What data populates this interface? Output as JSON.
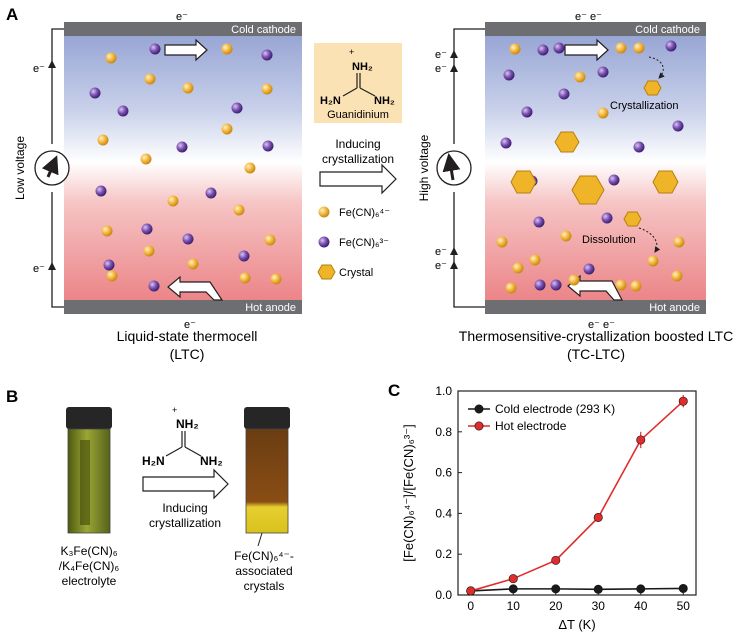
{
  "panelA": {
    "label": "A",
    "left_title": "Liquid-state thermocell",
    "left_abbr": "(LTC)",
    "right_title": "Thermosensitive-crystallization boosted LTC",
    "right_abbr": "(TC-LTC)",
    "cold_cathode": "Cold cathode",
    "hot_anode": "Hot anode",
    "electron": "e⁻",
    "electron_pair": "e⁻ e⁻",
    "low_voltage": "Low voltage",
    "high_voltage": "High voltage",
    "guanidinium_label": "Guanidinium",
    "nh2_top": "NH₂",
    "h2n": "H₂N",
    "nh2_right": "NH₂",
    "plus": "+",
    "inducing": "Inducing",
    "crystallization_word": "crystallization",
    "crystallization_event": "Crystallization",
    "dissolution_event": "Dissolution",
    "legend": [
      {
        "name": "ferrocyanide",
        "text": "Fe(CN)₆⁴⁻",
        "color": "#f4b63e"
      },
      {
        "name": "ferricyanide",
        "text": "Fe(CN)₆³⁻",
        "color": "#7b4fb0"
      },
      {
        "name": "crystal",
        "text": "Crystal",
        "color": "#f0b429"
      }
    ]
  },
  "panelB": {
    "label": "B",
    "plus": "+",
    "nh2_top": "NH₂",
    "h2n": "H₂N",
    "nh2_right": "NH₂",
    "inducing": "Inducing",
    "crystallization_word": "crystallization",
    "left_caption": [
      "K₃Fe(CN)₆",
      "/K₄Fe(CN)₆",
      "electrolyte"
    ],
    "right_caption": [
      "Fe(CN)₆⁴⁻-",
      "associated",
      "crystals"
    ]
  },
  "panelC": {
    "label": "C"
  },
  "chart_data": {
    "type": "line",
    "title": "",
    "xlabel": "ΔT (K)",
    "ylabel": "[Fe(CN)₆⁴⁻]/[Fe(CN)₆³⁻]",
    "x": [
      0,
      10,
      20,
      30,
      40,
      50
    ],
    "xlim": [
      -3,
      53
    ],
    "ylim": [
      0,
      1.0
    ],
    "xticks": [
      "0",
      "10",
      "20",
      "30",
      "40",
      "50"
    ],
    "yticks": [
      "0.0",
      "0.2",
      "0.4",
      "0.6",
      "0.8",
      "1.0"
    ],
    "legend_position": "top-left",
    "grid": false,
    "series": [
      {
        "name": "Cold electrode (293 K)",
        "color": "#1a1a1a",
        "values": [
          0.02,
          0.03,
          0.03,
          0.028,
          0.03,
          0.032
        ],
        "errors": [
          0.005,
          0.005,
          0.005,
          0.005,
          0.005,
          0.005
        ]
      },
      {
        "name": "Hot electrode",
        "color": "#e02c2c",
        "values": [
          0.02,
          0.08,
          0.17,
          0.38,
          0.76,
          0.95
        ],
        "errors": [
          0.005,
          0.01,
          0.01,
          0.02,
          0.04,
          0.03
        ]
      }
    ]
  }
}
